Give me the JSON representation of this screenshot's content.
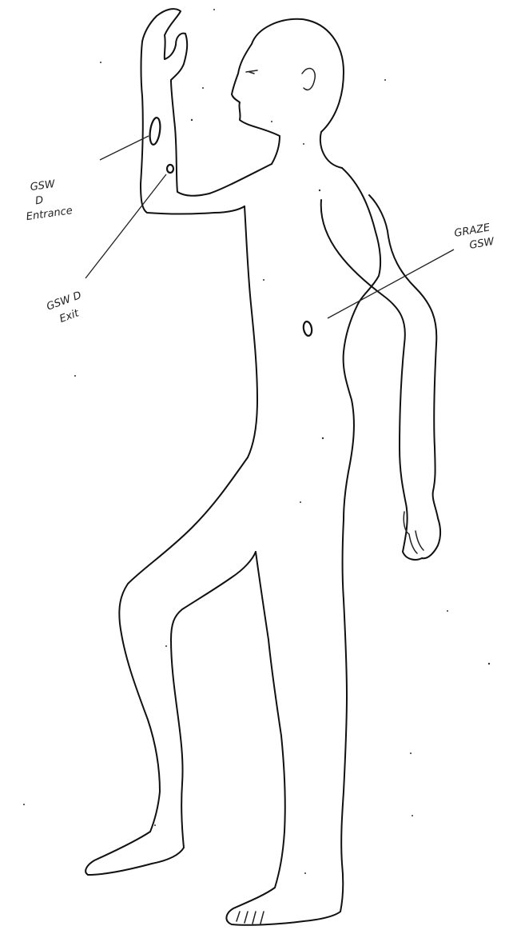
{
  "annotations": {
    "entrance_line1": "GSW",
    "entrance_line2": "D",
    "entrance_line3": "Entrance",
    "exit_line1": "GSW D",
    "exit_line2": "Exit",
    "graze_line1": "GRAZE",
    "graze_line2": "GSW"
  },
  "colors": {
    "ink": "#111111",
    "paper": "#ffffff"
  }
}
